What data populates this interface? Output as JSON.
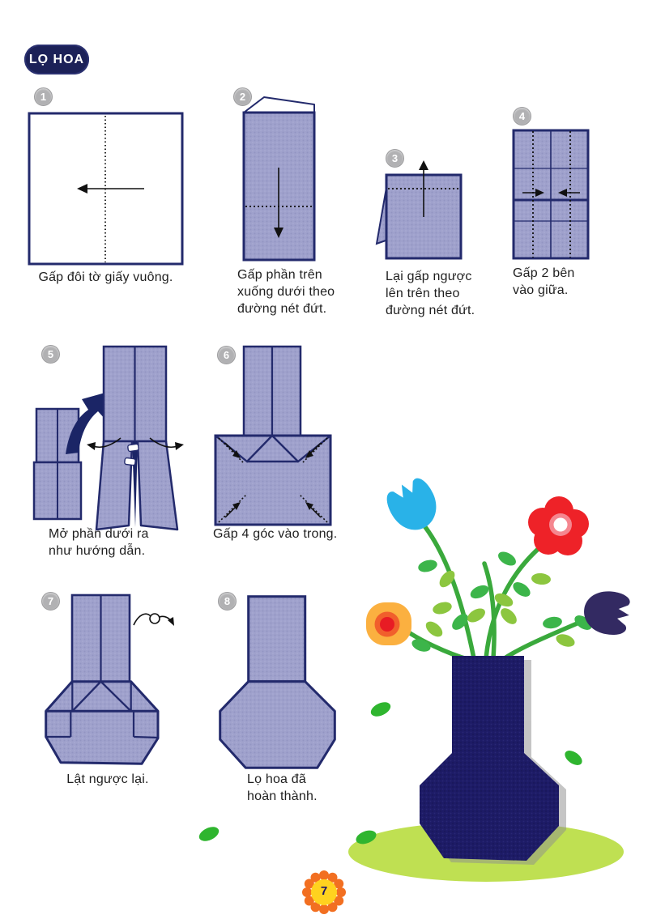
{
  "header": {
    "badge": "LỌ HOA"
  },
  "steps": [
    {
      "number": "1",
      "caption": "Gấp đôi tờ giấy vuông."
    },
    {
      "number": "2",
      "caption": "Gấp phần trên\nxuống dưới theo\nđường nét đứt."
    },
    {
      "number": "3",
      "caption": "Lại gấp ngược\nlên trên theo\nđường nét đứt."
    },
    {
      "number": "4",
      "caption": "Gấp 2 bên\nvào giữa."
    },
    {
      "number": "5",
      "caption": "Mở phần dưới ra\nnhư hướng dẫn."
    },
    {
      "number": "6",
      "caption": "Gấp 4 góc vào trong."
    },
    {
      "number": "7",
      "caption": "Lật ngược lại."
    },
    {
      "number": "8",
      "caption": "Lọ hoa đã\nhoàn thành."
    }
  ],
  "footer": {
    "page_number": "7"
  },
  "colors": {
    "paper": "#9fa1cc",
    "outline": "#232a6c",
    "badge_background": "#1c2158",
    "vase": "#1d1b66",
    "ground": "#bfe052",
    "stem": "#3aa93c",
    "leaf_dark": "#3cb54a",
    "leaf_light": "#8cc63f",
    "flower_blue": "#29b2e8",
    "flower_red": "#ee2228",
    "flower_yellow": "#fbb040",
    "flower_dark": "#332a62",
    "page_flower_petal": "#f26f21",
    "page_flower_center": "#ffd21f"
  }
}
